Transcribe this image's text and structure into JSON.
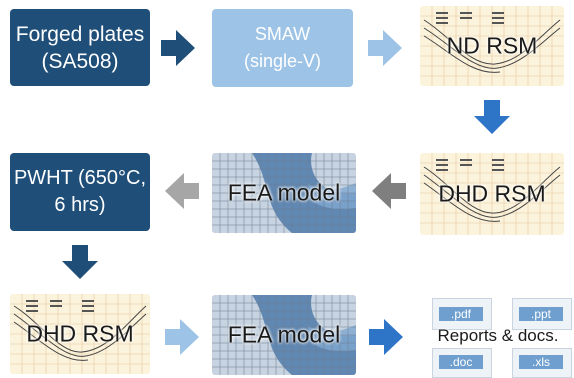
{
  "nodes": {
    "forged_plates": "Forged plates\n(SA508)",
    "smaw": "SMAW\n(single-V)",
    "nd_rsm": "ND RSM",
    "dhd_rsm_1": "DHD RSM",
    "fea_model_1": "FEA model",
    "pwht": "PWHT (650°C,\n6 hrs)",
    "dhd_rsm_2": "DHD RSM",
    "fea_model_2": "FEA model",
    "reports": "Reports & docs."
  },
  "doc_icons": [
    ".pdf",
    ".ppt",
    ".doc",
    ".xls"
  ],
  "colors": {
    "dark_box": "#1f4e79",
    "light_box": "#9dc3e6",
    "arrow_dark": "#1f4e79",
    "arrow_blue": "#2e75c8",
    "arrow_light": "#9dc3e6",
    "arrow_gray": "#a6a6a6",
    "arrow_darkgray": "#7f7f7f"
  }
}
